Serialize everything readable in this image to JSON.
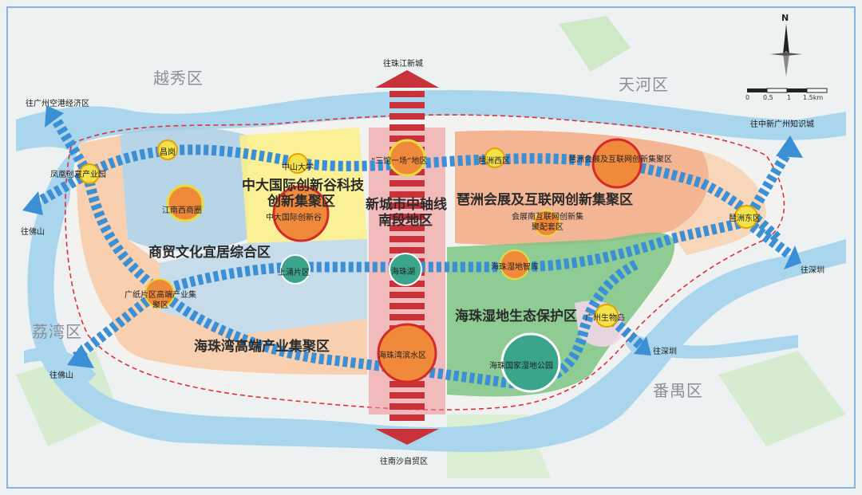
{
  "districts": {
    "yuexiu": "越秀区",
    "tianhe": "天河区",
    "liwan": "荔湾区",
    "panyu": "番禺区"
  },
  "zones": {
    "zhongda": "中大国际创新谷科技",
    "zhongda2": "创新集聚区",
    "central_axis": "新城市中轴线",
    "central_axis2": "南段地区",
    "pazhou": "琶洲会展及互联网创新集聚区",
    "commerce": "商贸文化宜居综合区",
    "wetland_protect": "海珠湿地生态保护区",
    "bay_industry": "海珠湾高端产业集聚区"
  },
  "nodes": {
    "changgang": "昌岗",
    "fenghuang": "凤凰创意产业园",
    "zhongshan_univ": "中山大学",
    "sanguan": "“三馆一场”地区",
    "pazhou_west": "琶洲西区",
    "pazhou_cluster": "琶洲会展及互联网创新集聚区",
    "jiangnan": "江南西商圈",
    "zhongda_valley": "中大国际创新谷",
    "pazhou_east": "琶洲东区",
    "pazhou_south": "会展南互联网创新集聚配套区",
    "shangyong": "上涌片区",
    "haizhu_lake": "海珠湖",
    "wetland_think": "海珠湿地智库",
    "paper_mill": "广纸片区高端产业集聚区",
    "bio_island": "广州生物岛",
    "bay_waterfront": "海珠湾滨水区",
    "wetland_park": "海珠国家湿地公园"
  },
  "directions": {
    "north_zhujiang": "往珠江新城",
    "south_nansha": "往南沙自贸区",
    "airport": "往广州空港经济区",
    "foshan_upper": "往佛山",
    "foshan_lower": "往佛山",
    "knowledge_city": "往中新广州知识城",
    "shenzhen_upper": "往深圳",
    "shenzhen_lower": "往深圳"
  },
  "compass": {
    "north": "N"
  },
  "scale": {
    "labels": [
      "0",
      "0.5",
      "1",
      "1.5km"
    ]
  },
  "colors": {
    "corridor": "#3b8fd4",
    "axis_red": "#c8323a",
    "river": "#a9d6ec",
    "zone_orange": "#f7b88a",
    "zone_yellow": "#fbef8c",
    "zone_green": "#7cc483",
    "zone_blue": "#9cc5e0",
    "boundary": "#e0303a"
  }
}
